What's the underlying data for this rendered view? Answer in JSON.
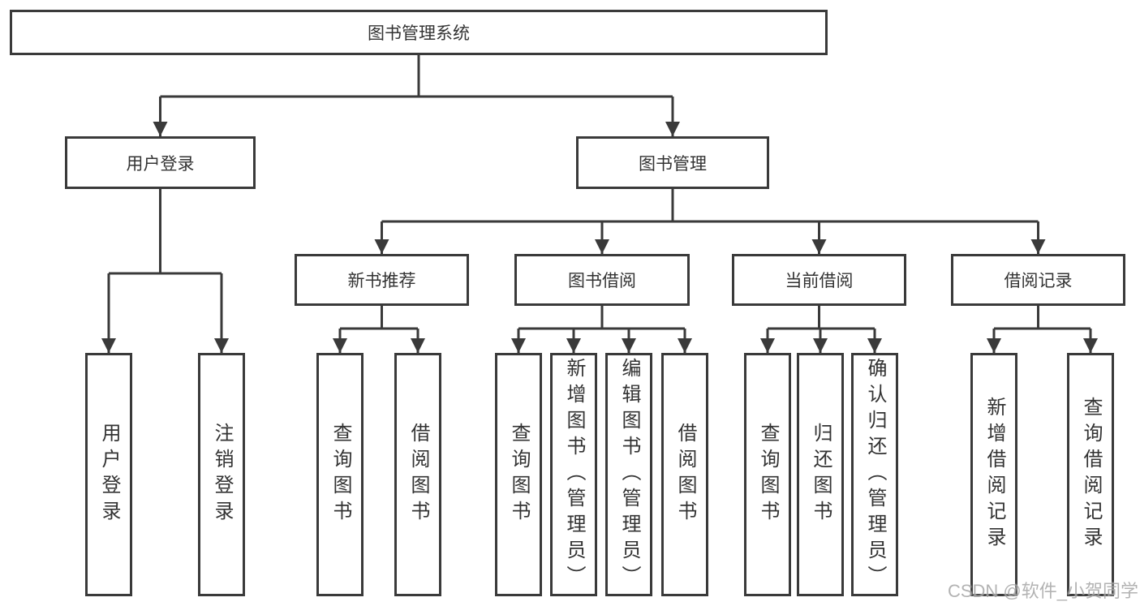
{
  "colors": {
    "line": "#3a3a3a",
    "text": "#333333",
    "watermark": "#a6a6a6",
    "background": "#ffffff"
  },
  "watermark": "CSDN @软件_小贺同学",
  "tree": {
    "root": {
      "label": "图书管理系统"
    },
    "branches": [
      {
        "label": "用户登录",
        "children": [
          "用户登录",
          "注销登录"
        ]
      },
      {
        "label": "图书管理",
        "groups": [
          {
            "label": "新书推荐",
            "children": [
              "查询图书",
              "借阅图书"
            ]
          },
          {
            "label": "图书借阅",
            "children": [
              "查询图书",
              "新增图书（管理员）",
              "编辑图书（管理员）",
              "借阅图书"
            ]
          },
          {
            "label": "当前借阅",
            "children": [
              "查询图书",
              "归还图书",
              "确认归还（管理员）"
            ]
          },
          {
            "label": "借阅记录",
            "children": [
              "新增借阅记录",
              "查询借阅记录"
            ]
          }
        ]
      }
    ]
  }
}
